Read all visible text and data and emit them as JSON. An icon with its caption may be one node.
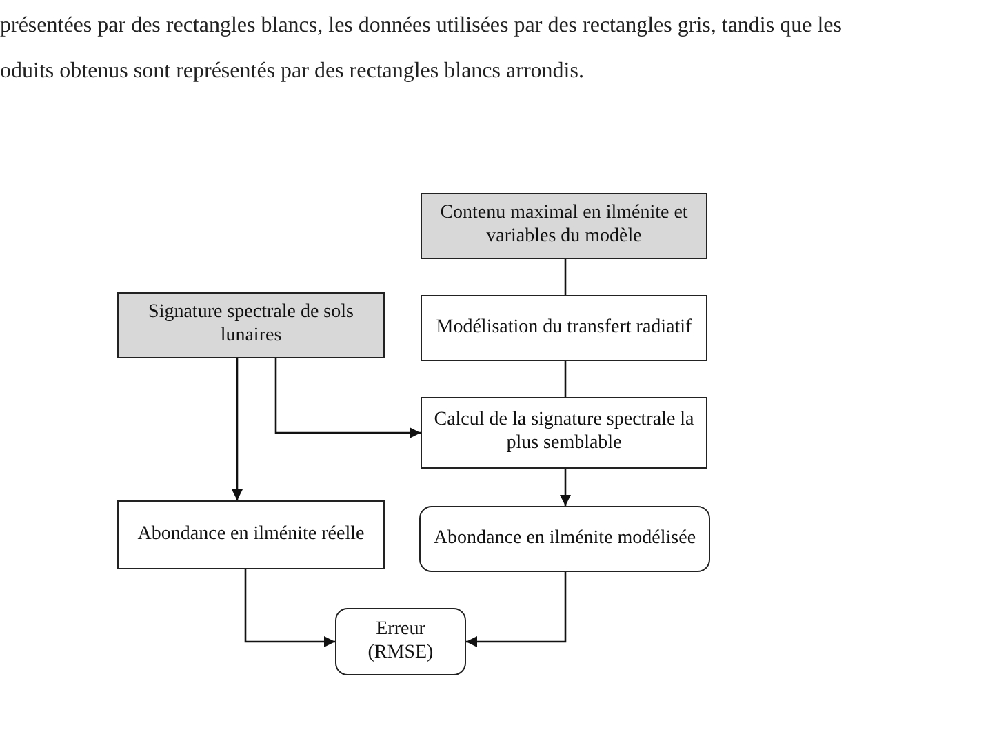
{
  "diagram": {
    "nodes": [
      {
        "text": [
          "Contenu maximal en ilménite et variables du modèle"
        ]
      },
      {
        "text": [
          "Signature spectrale de sols lunaires"
        ]
      },
      {
        "text": [
          "Modélisation du transfert radiatif"
        ]
      },
      {
        "text": [
          "Calcul de la signature spectrale la plus semblable"
        ]
      },
      {
        "text": [
          "Abondance en ilménite réelle"
        ]
      },
      {
        "text": [
          "Abondance en ilménite modélisée"
        ]
      },
      {
        "text": [
          "Erreur (RMSE)"
        ]
      }
    ],
    "edges": [
      {
        "from": 0,
        "to": 2,
        "arrow": "none"
      },
      {
        "from": 2,
        "to": 3,
        "arrow": "none"
      },
      {
        "from": 1,
        "to": 3,
        "arrow": "to"
      },
      {
        "from": 1,
        "to": 4,
        "arrow": "to"
      },
      {
        "from": 3,
        "to": 5,
        "arrow": "to"
      },
      {
        "from": 4,
        "to": 6,
        "arrow": "to"
      },
      {
        "from": 5,
        "to": 6,
        "arrow": "to"
      }
    ],
    "labels": [
      "présentées par des rectangles blancs, les données utilisées par des rectangles gris, tandis que les",
      "oduits obtenus sont représentés par des rectangles blancs arrondis."
    ]
  }
}
